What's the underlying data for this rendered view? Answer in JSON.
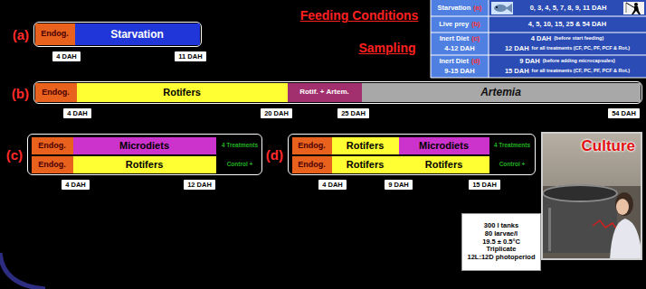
{
  "diagram": {
    "nodes": [
      {
        "text": [
          "(a)"
        ]
      },
      {
        "text": [
          "Endog."
        ],
        "in": 0
      },
      {
        "text": [
          "Starvation"
        ],
        "in": 0
      },
      {
        "text": [
          "4 DAH"
        ]
      },
      {
        "text": [
          "11 DAH"
        ]
      },
      {
        "text": [
          "(b)"
        ]
      },
      {
        "text": [
          "Endog."
        ],
        "in": 5
      },
      {
        "text": [
          "Rotifers"
        ],
        "in": 5
      },
      {
        "text": [
          "Rotif. + Artem."
        ],
        "in": 5
      },
      {
        "text": [
          "Artemia"
        ],
        "in": 5
      },
      {
        "text": [
          "4 DAH"
        ]
      },
      {
        "text": [
          "20 DAH"
        ]
      },
      {
        "text": [
          "25 DAH"
        ]
      },
      {
        "text": [
          "54 DAH"
        ]
      },
      {
        "text": [
          "(c)"
        ]
      },
      {
        "text": [
          "Endog."
        ],
        "in": 14
      },
      {
        "text": [
          "Microdiets"
        ],
        "in": 14
      },
      {
        "text": [
          "Endog."
        ],
        "in": 14
      },
      {
        "text": [
          "Rotifers"
        ],
        "in": 14
      },
      {
        "text": [
          "4 DAH"
        ]
      },
      {
        "text": [
          "12 DAH"
        ]
      },
      {
        "text": [
          "(d)"
        ]
      },
      {
        "text": [
          "Endog."
        ],
        "in": 21
      },
      {
        "text": [
          "Rotifers"
        ],
        "in": 21
      },
      {
        "text": [
          "Microdiets"
        ],
        "in": 21
      },
      {
        "text": [
          "Endog."
        ],
        "in": 21
      },
      {
        "text": [
          "Rotifers"
        ],
        "in": 21
      },
      {
        "text": [
          "Rotifers"
        ],
        "in": 21
      },
      {
        "text": [
          "4 DAH"
        ]
      },
      {
        "text": [
          "9 DAH"
        ]
      },
      {
        "text": [
          "15 DAH"
        ]
      },
      {
        "text": [
          "Culture"
        ]
      },
      {
        "text": [
          "300 l tanks",
          "80 larvae/l",
          "19.5 ± 0.5°C",
          "Triplicate",
          "12L:12D photoperiod"
        ]
      }
    ],
    "labels": [
      "Feeding Conditions",
      "Sampling",
      "Starvation",
      "(a)",
      "0, 3, 4, 5, 7, 8, 9, 11 DAH",
      "Live prey",
      "(b)",
      "4, 5, 10, 15, 25 & 54 DAH",
      "Inert Diet",
      "(c)",
      "4-12 DAH",
      "4 DAH",
      "(before start feeding)",
      "12 DAH",
      "for all treatments (CF, PC, PF, PCF & Rot.)",
      "Inert Diet",
      "(d)",
      "9-15 DAH",
      "9 DAH",
      "(before adding microcapsules)",
      "15 DAH",
      "for all treatments (CF, PC, PF, PCF & Rot.)",
      "4 Treatments",
      "Control +",
      "4 Treatments",
      "Control +"
    ]
  }
}
